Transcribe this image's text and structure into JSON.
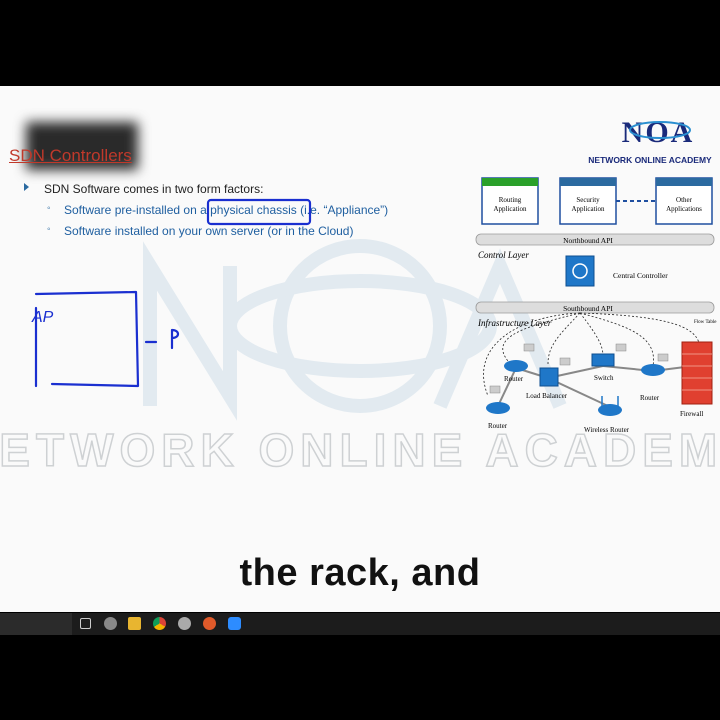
{
  "slide": {
    "title": "SDN Controllers",
    "bullet_main": "SDN Software comes in two form factors:",
    "sub_bullet_1a": "Software pre-installed on a",
    "sub_bullet_1b": "physical chassis",
    "sub_bullet_1c": "(i.e. “Appliance”)",
    "sub_bullet_2": "Software installed on your own server (or in the Cloud)",
    "watermark_text": "NETWORK ONLINE ACADEMY"
  },
  "logo": {
    "letters": "NOA",
    "tagline": "NETWORK ONLINE ACADEMY"
  },
  "diagram": {
    "apps": [
      "Routing",
      "Application",
      "Security",
      "Application",
      "Other",
      "Applications"
    ],
    "northbound": "Northbound API",
    "control_layer": "Control Layer",
    "central_controller": "Central Controller",
    "southbound": "Southbound API",
    "infra_layer": "Infrastructure Layer",
    "flow_table": "Flow Table",
    "router": "Router",
    "load_balancer": "Load Balancer",
    "switch": "Switch",
    "wireless_router": "Wireless Router",
    "firewall": "Firewall"
  },
  "sketch": {
    "label": "AP"
  },
  "caption": "the rack, and",
  "taskbar": {
    "icons": [
      "task-view-icon",
      "settings-icon",
      "file-explorer-icon",
      "chrome-icon",
      "app-icon",
      "media-icon",
      "zoom-icon"
    ]
  },
  "colors": {
    "title_red": "#c0392b",
    "link_blue": "#1f5fa0",
    "pen_blue": "#1a2fd0",
    "logo_navy": "#1a2a7a"
  }
}
